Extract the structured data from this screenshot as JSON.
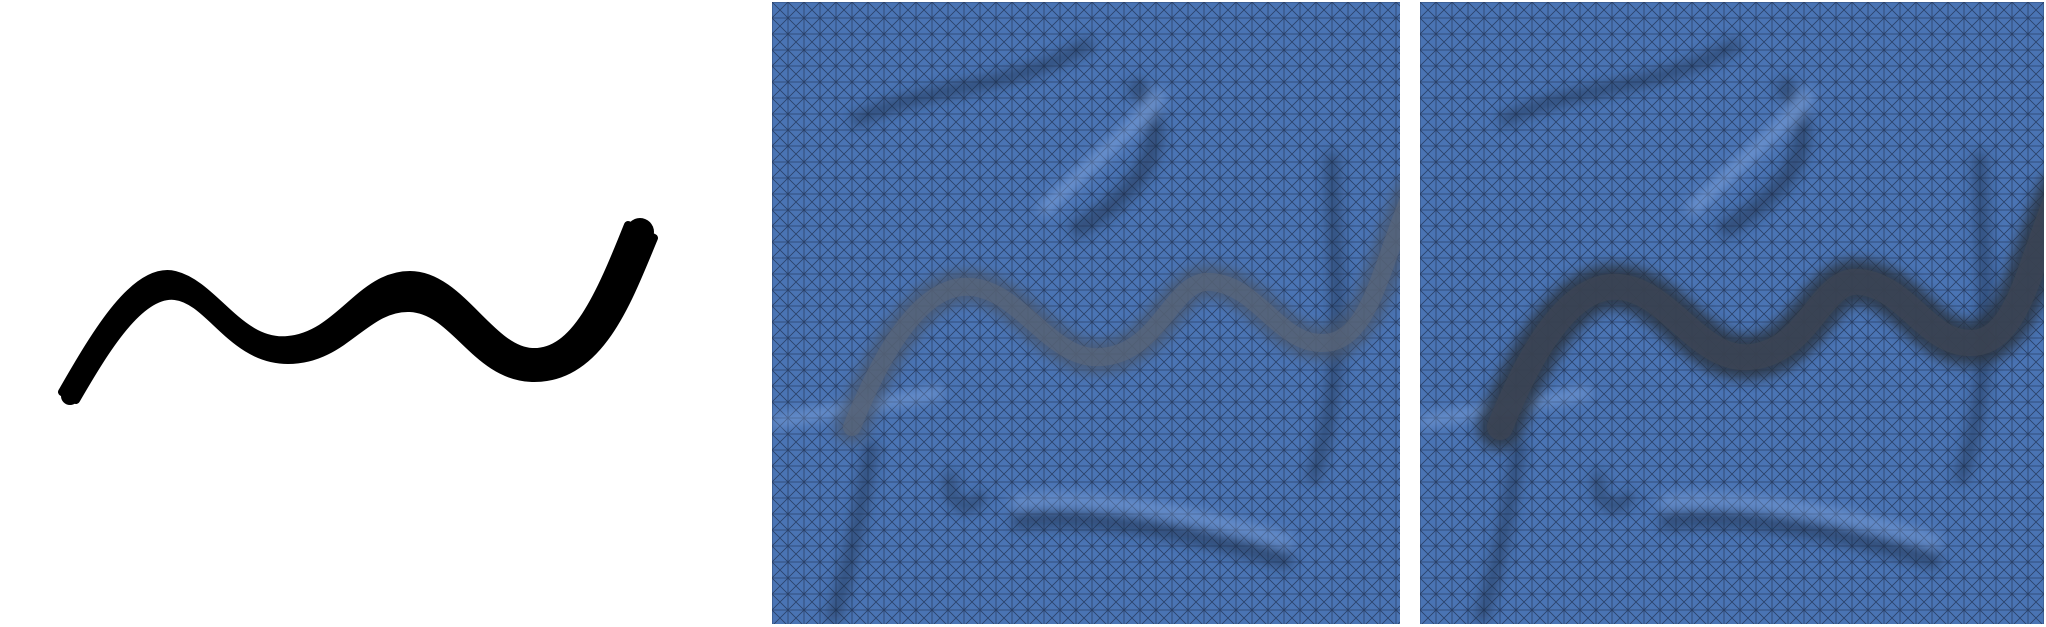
{
  "figure": {
    "panels": [
      {
        "name": "brush-stroke",
        "kind": "stroke",
        "stroke_color": "#000000",
        "background": "#ffffff"
      },
      {
        "name": "mesh-low-deformation",
        "kind": "triangle-mesh",
        "surface_color": "#4a74b4",
        "wire_color": "#1f2f4a",
        "stroke_imprint_strength": 0.45
      },
      {
        "name": "mesh-high-deformation",
        "kind": "triangle-mesh",
        "surface_color": "#4a74b4",
        "wire_color": "#1f2f4a",
        "stroke_imprint_strength": 0.85
      }
    ]
  }
}
